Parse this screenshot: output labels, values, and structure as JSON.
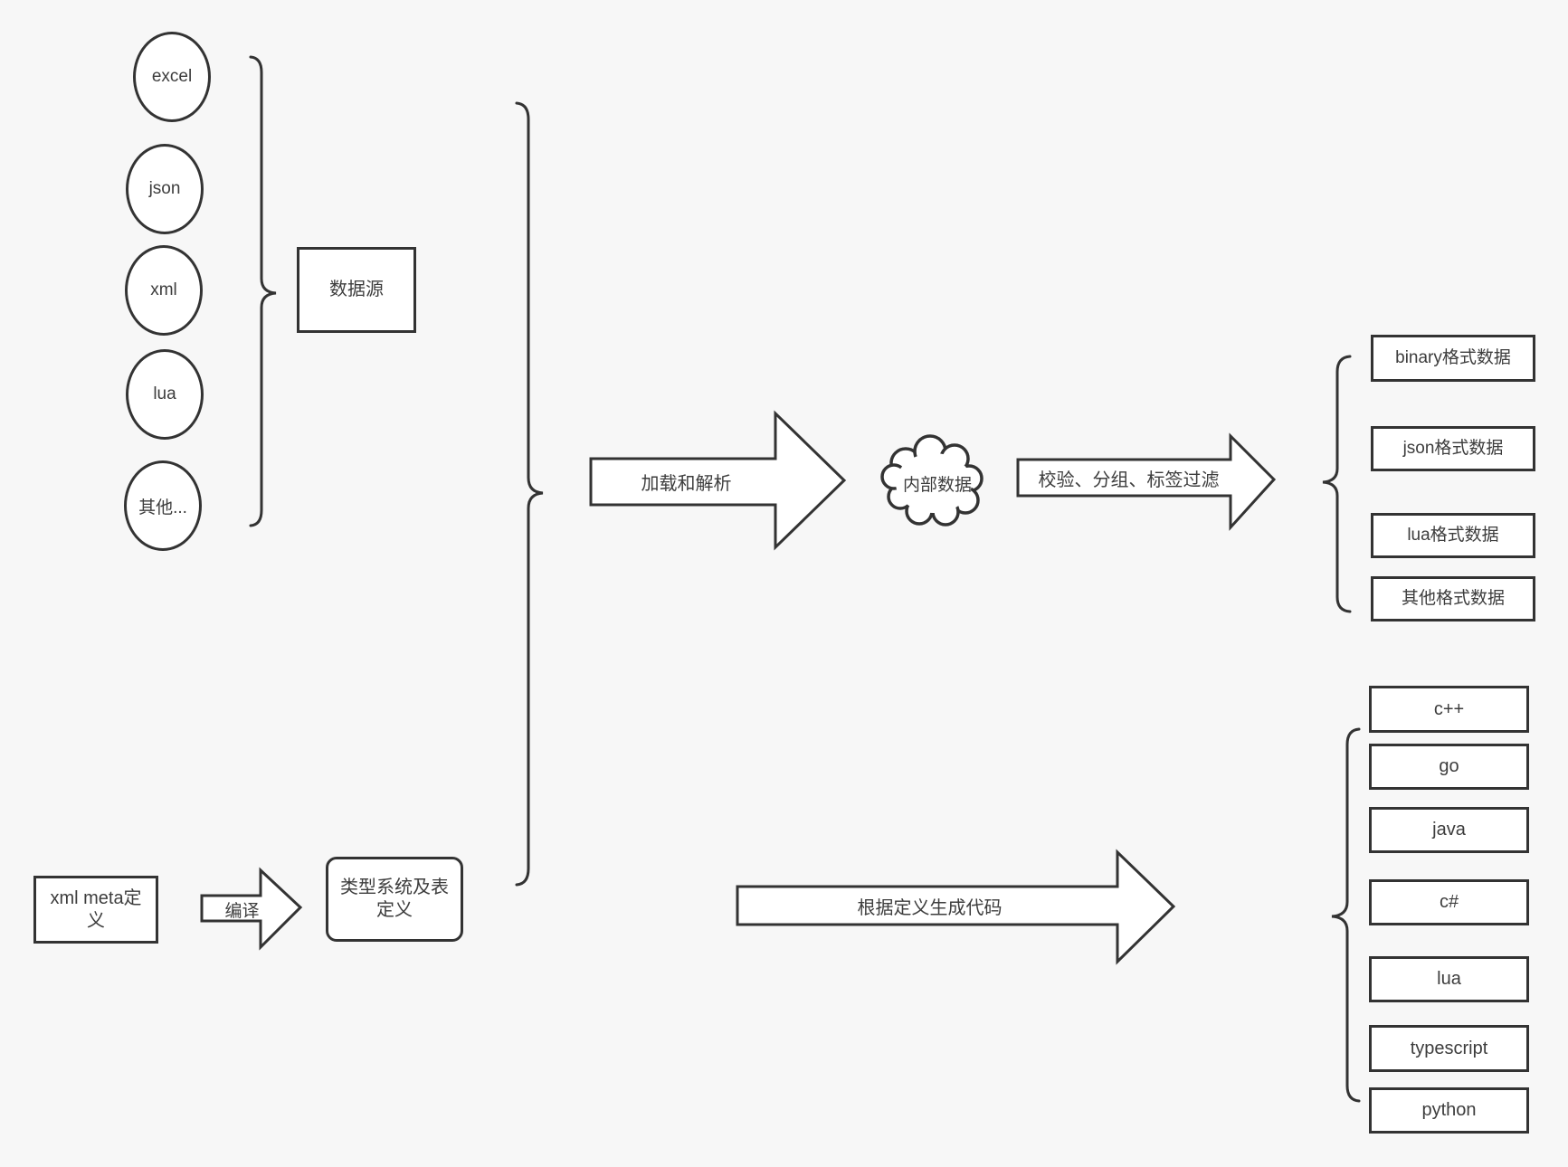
{
  "colors": {
    "background": "#f7f7f7",
    "stroke": "#333333",
    "text": "#3d3d3d",
    "shape_fill": "#ffffff"
  },
  "sources": {
    "group_label": "数据源",
    "items": [
      "excel",
      "json",
      "xml",
      "lua",
      "其他..."
    ]
  },
  "pipeline": {
    "load_arrow_label": "加载和解析",
    "cloud_label": "内部数据",
    "filter_arrow_label": "校验、分组、标签过滤"
  },
  "data_outputs": [
    "binary格式数据",
    "json格式数据",
    "lua格式数据",
    "其他格式数据"
  ],
  "definition": {
    "xml_meta_label": "xml meta定义",
    "compile_arrow_label": "编译",
    "type_system_label": "类型系统及表定义",
    "codegen_arrow_label": "根据定义生成代码"
  },
  "languages": [
    "c++",
    "go",
    "java",
    "c#",
    "lua",
    "typescript",
    "python"
  ]
}
